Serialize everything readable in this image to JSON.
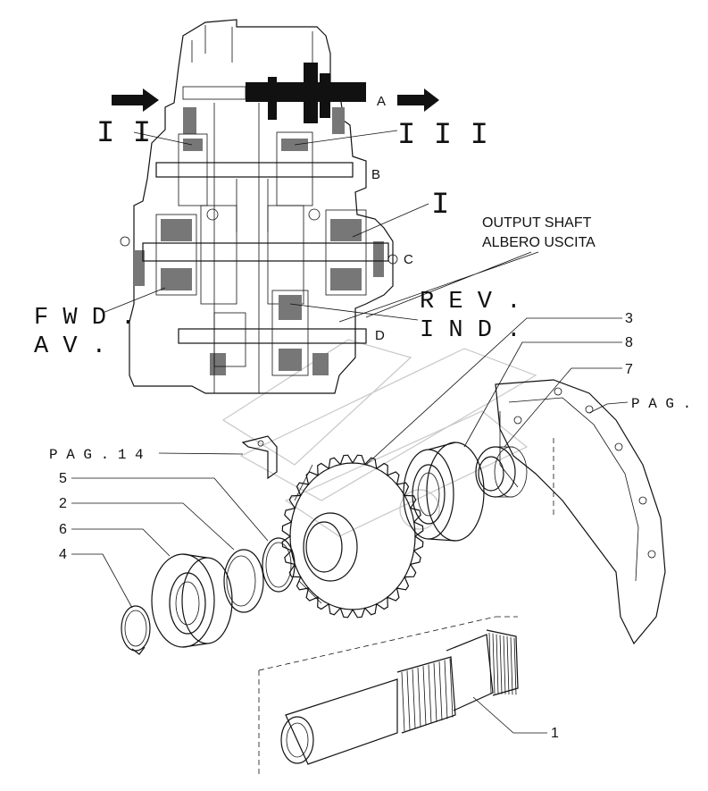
{
  "labels": {
    "shaft_ii": "I I",
    "shaft_iii": "I I I",
    "shaft_i": "I",
    "fwd": "F W D .",
    "av": "A V .",
    "rev": "R E V .",
    "ind": "I N D .",
    "letter_a": "A",
    "letter_b": "B",
    "letter_c": "C",
    "letter_d": "D",
    "output_shaft_en": "OUTPUT SHAFT",
    "output_shaft_it": "ALBERO USCITA",
    "pag_left": "P A G . 1 4",
    "pag_right": "P A G .",
    "part_1": "1",
    "part_2": "2",
    "part_3": "3",
    "part_4": "4",
    "part_5": "5",
    "part_6": "6",
    "part_7": "7",
    "part_8": "8"
  }
}
